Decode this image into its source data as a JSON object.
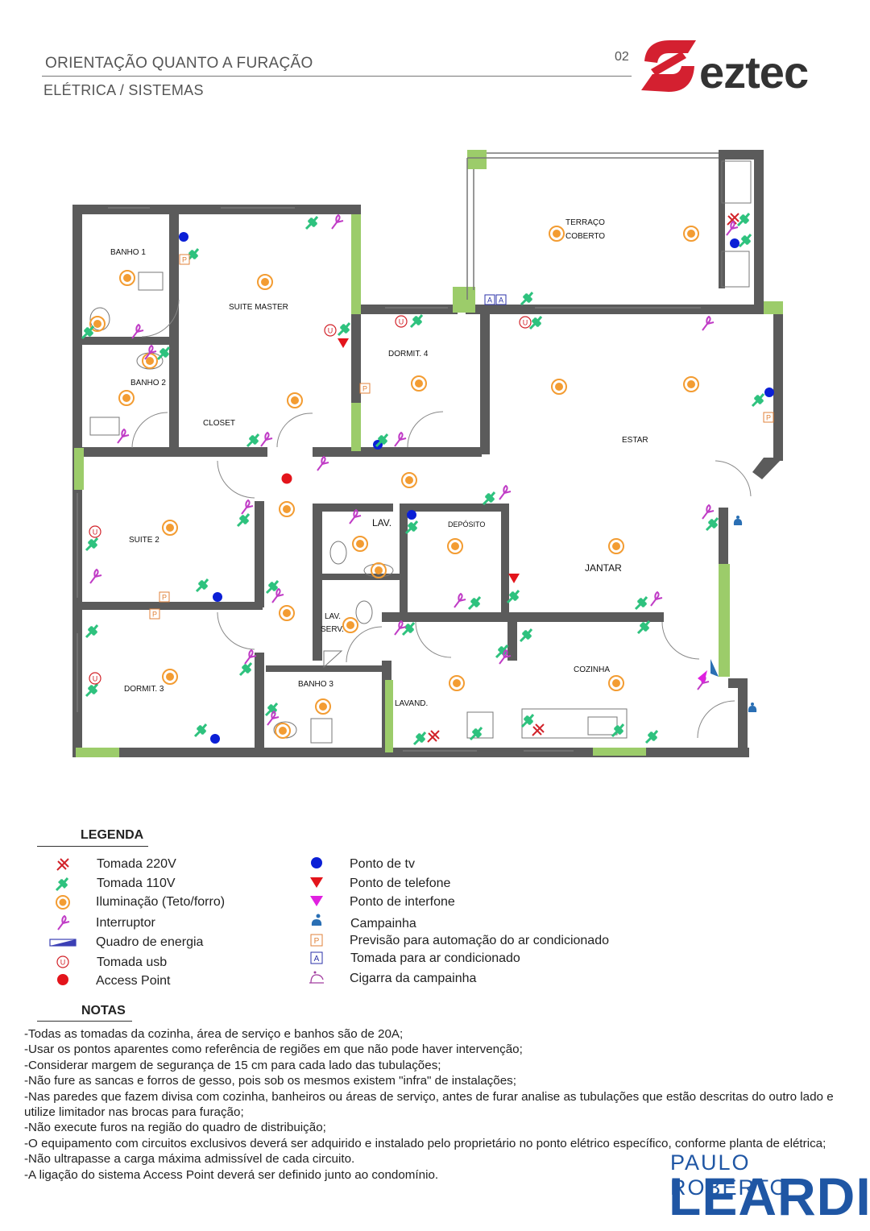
{
  "header": {
    "title": "ORIENTAÇÃO QUANTO A FURAÇÃO",
    "subtitle": "ELÉTRICA / SISTEMAS",
    "page_number": "02",
    "logo_text": "eztec"
  },
  "rooms": {
    "banho1": "BANHO 1",
    "suite_master": "SUITE MASTER",
    "banho2": "BANHO 2",
    "closet": "CLOSET",
    "dormit4": "DORMIT. 4",
    "terraco1": "TERRAÇO",
    "terraco2": "COBERTO",
    "estar": "ESTAR",
    "suite2": "SUITE 2",
    "lav": "LAV.",
    "deposito": "DEPÓSITO",
    "jantar": "JANTAR",
    "lav_serv1": "LAV.",
    "lav_serv2": "SERV.",
    "dormit3": "DORMIT. 3",
    "banho3": "BANHO 3",
    "lavand": "LAVAND.",
    "cozinha": "COZINHA"
  },
  "legend": {
    "title": "LEGENDA",
    "items_left": [
      {
        "icon": "tomada-220v-icon",
        "label": "Tomada 220V"
      },
      {
        "icon": "tomada-110v-icon",
        "label": "Tomada 110V"
      },
      {
        "icon": "iluminacao-icon",
        "label": "Iluminação (Teto/forro)"
      },
      {
        "icon": "interruptor-icon",
        "label": "Interruptor"
      },
      {
        "icon": "quadro-energia-icon",
        "label": "Quadro de energia"
      },
      {
        "icon": "tomada-usb-icon",
        "label": "Tomada usb"
      },
      {
        "icon": "access-point-icon",
        "label": "Access Point"
      }
    ],
    "items_right": [
      {
        "icon": "ponto-tv-icon",
        "label": "Ponto de tv"
      },
      {
        "icon": "ponto-telefone-icon",
        "label": "Ponto de telefone"
      },
      {
        "icon": "ponto-interfone-icon",
        "label": "Ponto de interfone"
      },
      {
        "icon": "campainha-icon",
        "label": "Campainha"
      },
      {
        "icon": "automacao-ar-icon",
        "label": "Previsão para automação do ar condicionado"
      },
      {
        "icon": "tomada-ar-icon",
        "label": "Tomada para ar condicionado"
      },
      {
        "icon": "cigarra-icon",
        "label": "Cigarra da campainha"
      }
    ],
    "symbols": {
      "usb": "U",
      "automacao": "P",
      "ar": "A"
    },
    "colors": {
      "tomada_220v": "#d2232a",
      "tomada_110v": "#2ec27e",
      "iluminacao": "#f39c32",
      "interruptor": "#c03cc6",
      "quadro": "#3b3fb5",
      "usb": "#d2232a",
      "access_point": "#e3141b",
      "tv": "#0b1fd6",
      "telefone": "#e3141b",
      "interfone": "#e020e0",
      "campainha": "#2a6fb4",
      "automacao": "#e0823a",
      "ar": "#2b32a8",
      "cigarra": "#a23ea0",
      "wall": "#5b5b5b",
      "window": "#9ccc6a"
    }
  },
  "notes": {
    "title": "NOTAS",
    "lines": [
      "-Todas as tomadas da cozinha, área de serviço e banhos são de 20A;",
      "-Usar os pontos aparentes como referência de regiões em que não pode haver intervenção;",
      "-Considerar margem de segurança de 15 cm para cada lado das tubulações;",
      "-Não fure as sancas e forros de gesso, pois sob os mesmos existem \"infra\" de instalações;",
      "-Nas paredes que fazem divisa com cozinha, banheiros ou áreas de serviço, antes de furar analise as tubulações que estão descritas do outro lado e utilize limitador nas brocas para furação;",
      "-Não execute furos na região do quadro de distribuição;",
      "-O equipamento com circuitos exclusivos deverá ser adquirido e instalado pelo proprietário no ponto elétrico específico, conforme planta de elétrica;",
      "-Não ultrapasse a carga máxima admissível de cada circuito.",
      "-A ligação do sistema Access Point deverá ser definido junto ao condomínio."
    ]
  },
  "brand": {
    "line1": "PAULO ROBERTO",
    "line2": "LEARDI"
  }
}
